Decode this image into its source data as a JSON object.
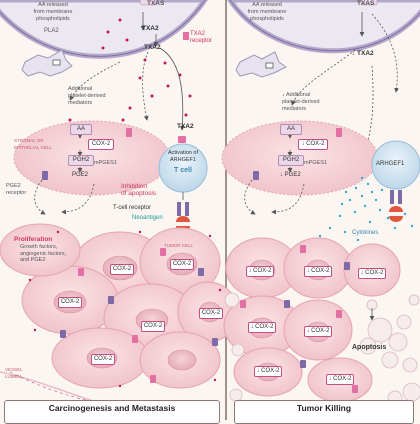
{
  "colors": {
    "background": "#fbf6f1",
    "membrane": "#c9c3da",
    "cell_fill": "#f3d0d5",
    "cell_stroke": "#e6a2b0",
    "aspirin_magenta": "#c2185b",
    "receptor_pink": "#e46fa3",
    "receptor_purple": "#7f6aa8",
    "tcell_blue": "#cfe3f1",
    "cytokine_teal": "#1e9d9a",
    "text_gray": "#555555",
    "accent_red": "#d0335e"
  },
  "left_panel": {
    "txas": "TXAS",
    "txa2": "TXA2",
    "aa_membrane_text": "",
    "pla2": "PLA2",
    "txa2_lower": "TXA2",
    "txa2_receptor": "TXA2\nreceptor",
    "additional_mediators": "Additional\nplatelet-derived\nmediators",
    "stromal_cell": "STROMAL OR\nEPITHELIAL CELL",
    "aa": "AA",
    "cox2": "COX-2",
    "pgh2": "PGH2",
    "mpges1": "mPGES1",
    "pge2": "PGE2",
    "pge2_receptor": "PGE2\nreceptor",
    "txa2_tcell": "TXA2",
    "activation": "Activation of\nARHGEF1",
    "t_cell": "T cell",
    "inhibition": "Inhibition\nof apoptosis",
    "tcr": "T-cell receptor",
    "neoantigen": "Neoantigen",
    "proliferation_title": "Proliferation",
    "proliferation_text": "Growth factors,\nangiogenic factors,\nand PGE2",
    "tumor_cell": "TUMOR CELL",
    "cox_tags": [
      "COX-2",
      "COX-2",
      "COX-2",
      "COX-2",
      "COX-2",
      "COX-2"
    ],
    "vessel_lumen": "VESSEL\nLUMEN",
    "bottom_title": "Carcinogenesis and Metastasis"
  },
  "right_panel": {
    "aa_membrane_text": "AA released\nfrom membrane\nphospholipids",
    "txas": "TXAS",
    "txa2_down": "↓ TXA2",
    "additional_mediators": "↓ Additional\nplatelet-derived\nmediators",
    "aa": "AA",
    "cox2": "↓ COX-2",
    "pgh2": "PGH2",
    "mpges1": "mPGES1",
    "pge2": "↓ PGE2",
    "arhgef1": "ARHGEF1",
    "cytokines": "Cytokines",
    "cox_tags": [
      "↓ COX-2",
      "↓ COX-2",
      "↓ COX-2",
      "↓ COX-2",
      "↓ COX-2",
      "↓ COX-2",
      "↓ COX-2"
    ],
    "apoptosis": "Apoptosis",
    "bottom_title": "Tumor Killing"
  },
  "shared": {
    "aa_membrane_text": "AA released\nfrom membrane\nphospholipids"
  }
}
